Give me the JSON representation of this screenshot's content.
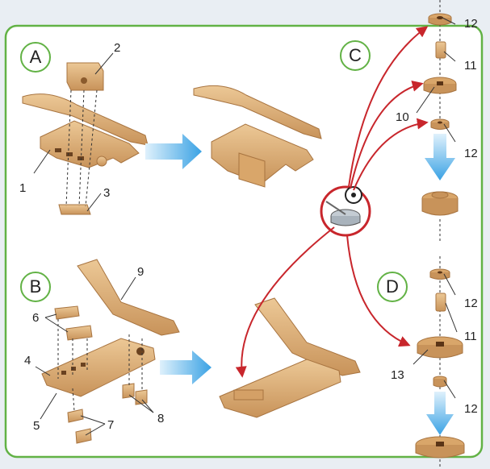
{
  "steps": {
    "A": "A",
    "B": "B",
    "C": "C",
    "D": "D"
  },
  "parts": {
    "p1": "1",
    "p2": "2",
    "p3": "3",
    "p4": "4",
    "p5": "5",
    "p6": "6",
    "p7": "7",
    "p8": "8",
    "p9": "9",
    "p10": "10",
    "p11": "11",
    "p12": "12",
    "p13": "13"
  },
  "colors": {
    "frame": "#62b245",
    "arrow_red": "#c8262c",
    "arrow_blue": "#4aa9e6",
    "wood": "#e2b47e",
    "wood_dark": "#b9854d",
    "background": "#e9eef3"
  },
  "icons": [
    "glue-pot-icon",
    "gear-icon"
  ]
}
